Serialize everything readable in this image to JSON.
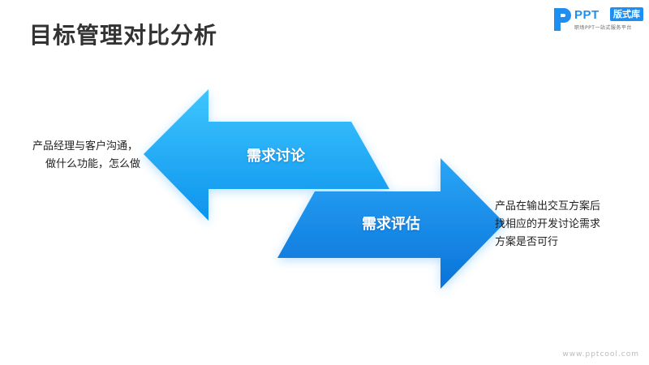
{
  "page": {
    "title": "目标管理对比分析"
  },
  "logo": {
    "brand": "PPT",
    "badge": "版式库",
    "tagline": "职场PPT一站式服务平台"
  },
  "diagram": {
    "arrow_left": {
      "label": "需求讨论",
      "direction": "left",
      "color_top": "#3ec6ff",
      "color_bottom": "#0d93ec"
    },
    "arrow_right": {
      "label": "需求评估",
      "direction": "right",
      "color_top": "#2aa6f7",
      "color_bottom": "#0a72d8"
    }
  },
  "notes": {
    "left": {
      "line1": "产品经理与客户沟通，",
      "line2": "做什么功能，怎么做"
    },
    "right": {
      "line1": "产品在输出交互方案后",
      "line2": "找相应的开发讨论需求",
      "line3": "方案是否可行"
    }
  },
  "watermark": "www.pptcool.com"
}
